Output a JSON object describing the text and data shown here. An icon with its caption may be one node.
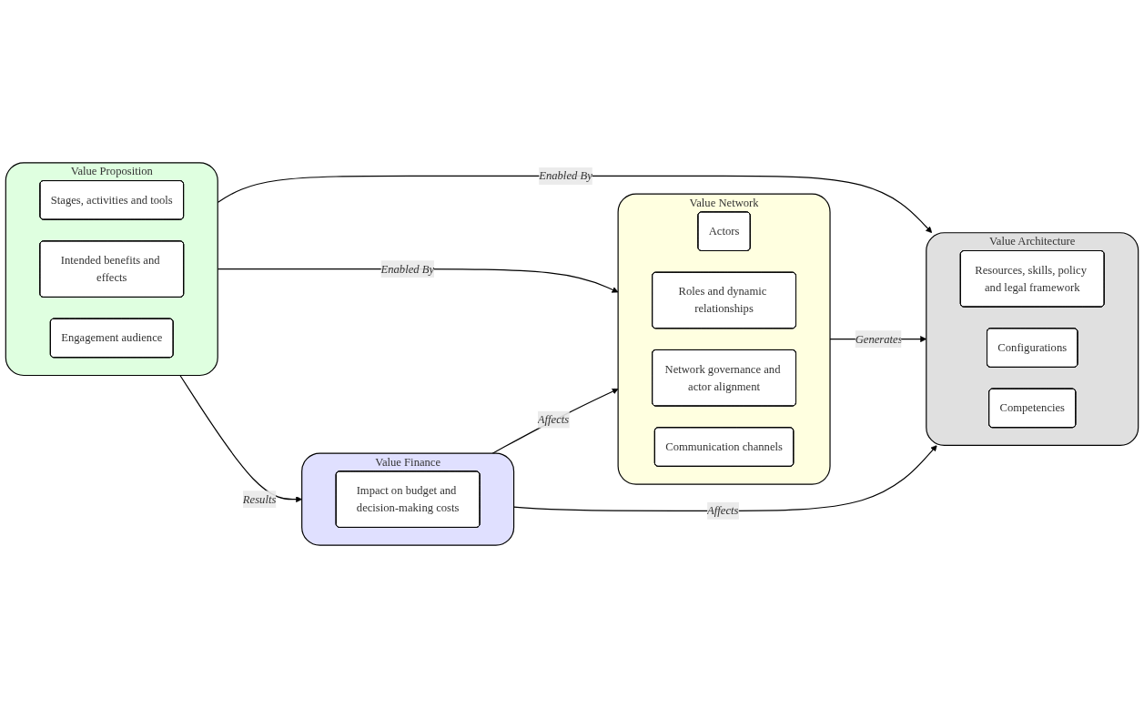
{
  "diagram": {
    "nodes": [
      {
        "text": [
          "Value Proposition"
        ]
      },
      {
        "text": [
          "Stages, activities and tools"
        ],
        "in": 0
      },
      {
        "text": [
          "Intended benefits and effects"
        ],
        "in": 0
      },
      {
        "text": [
          "Engagement audience"
        ],
        "in": 0
      },
      {
        "text": [
          "Value Network"
        ]
      },
      {
        "text": [
          "Actors"
        ],
        "in": 4
      },
      {
        "text": [
          "Roles and dynamic relationships"
        ],
        "in": 4
      },
      {
        "text": [
          "Network governance and actor alignment"
        ],
        "in": 4
      },
      {
        "text": [
          "Communication channels"
        ],
        "in": 4
      },
      {
        "text": [
          "Value Architecture"
        ]
      },
      {
        "text": [
          "Resources, skills, policy and legal framework"
        ],
        "in": 9
      },
      {
        "text": [
          "Configurations"
        ],
        "in": 9
      },
      {
        "text": [
          "Competencies"
        ],
        "in": 9
      },
      {
        "text": [
          "Value Finance"
        ]
      },
      {
        "text": [
          "Impact on budget and decision-making costs"
        ],
        "in": 13
      }
    ],
    "edges": [
      {
        "from": 0,
        "to": 4,
        "arrow": "to",
        "label": "Enabled By"
      },
      {
        "from": 0,
        "to": 9,
        "arrow": "to",
        "label": "Enabled By"
      },
      {
        "from": 0,
        "to": 13,
        "arrow": "to",
        "label": "Results"
      },
      {
        "from": 4,
        "to": 9,
        "arrow": "to",
        "label": "Generates"
      },
      {
        "from": 13,
        "to": 4,
        "arrow": "to",
        "label": "Affects"
      },
      {
        "from": 13,
        "to": 9,
        "arrow": "to",
        "label": "Affects"
      }
    ]
  }
}
